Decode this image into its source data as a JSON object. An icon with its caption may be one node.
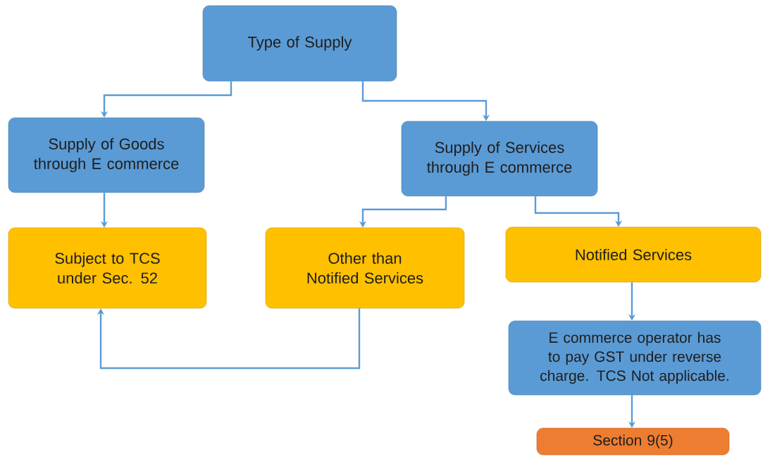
{
  "diagram": {
    "nodes": [
      {
        "text": [
          "Type of Supply"
        ]
      },
      {
        "text": [
          "Supply of Goods through E commerce"
        ]
      },
      {
        "text": [
          "Supply of Services through E commerce"
        ]
      },
      {
        "text": [
          "Subject to TCS under Sec. 52"
        ]
      },
      {
        "text": [
          "Other than Notified Services"
        ]
      },
      {
        "text": [
          "Notified Services"
        ]
      },
      {
        "text": [
          "E commerce operator has to pay GST under reverse charge. TCS Not applicable."
        ]
      },
      {
        "text": [
          "Section 9(5)"
        ]
      }
    ],
    "edges": [
      {
        "from": 0,
        "to": 1,
        "arrow": "to"
      },
      {
        "from": 0,
        "to": 2,
        "arrow": "to"
      },
      {
        "from": 1,
        "to": 3,
        "arrow": "to"
      },
      {
        "from": 2,
        "to": 4,
        "arrow": "to"
      },
      {
        "from": 2,
        "to": 5,
        "arrow": "to"
      },
      {
        "from": 5,
        "to": 6,
        "arrow": "to"
      },
      {
        "from": 6,
        "to": 7,
        "arrow": "to"
      },
      {
        "from": 4,
        "to": 3,
        "arrow": "to"
      }
    ]
  }
}
